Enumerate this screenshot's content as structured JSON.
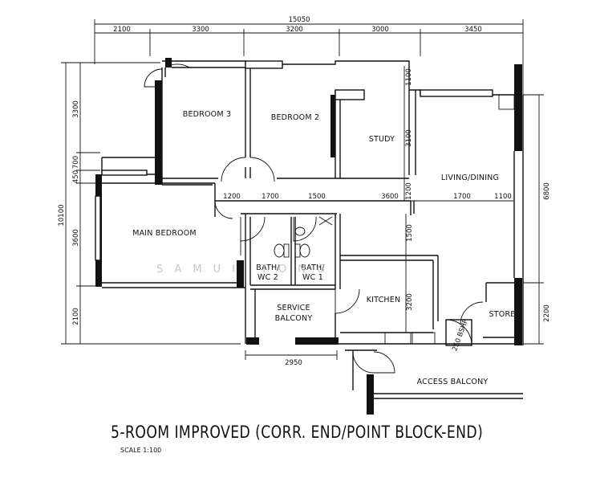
{
  "title": "5-ROOM IMPROVED (CORR. END/POINT BLOCK-END)",
  "scale": "SCALE 1:100",
  "watermark": "SAMUI TONG",
  "rooms": {
    "bedroom3": "BEDROOM 3",
    "bedroom2": "BEDROOM 2",
    "study": "STUDY",
    "living": "LIVING/DINING",
    "main_bedroom": "MAIN BEDROOM",
    "bath2_a": "BATH/",
    "bath2_b": "WC 2",
    "bath1_a": "BATH/",
    "bath1_b": "WC 1",
    "kitchen": "KITCHEN",
    "service_a": "SERVICE",
    "service_b": "BALCONY",
    "store": "STORE",
    "access": "ACCESS BALCONY",
    "bomb_shelter": "250 BSHP"
  },
  "dimensions": {
    "top_total": "15050",
    "top": [
      "2100",
      "3300",
      "3200",
      "3000",
      "3450"
    ],
    "left_total": "10100",
    "left": [
      "3300",
      "700",
      "450",
      "3600",
      "2100"
    ],
    "right": [
      "6800",
      "2200"
    ],
    "mid": [
      "1200",
      "1700",
      "1500",
      "3600",
      "1700",
      "1100"
    ],
    "study_v": [
      "1100",
      "3100",
      "1200"
    ],
    "kitchen_v": [
      "1500",
      "3200"
    ],
    "bottom": "2950"
  }
}
